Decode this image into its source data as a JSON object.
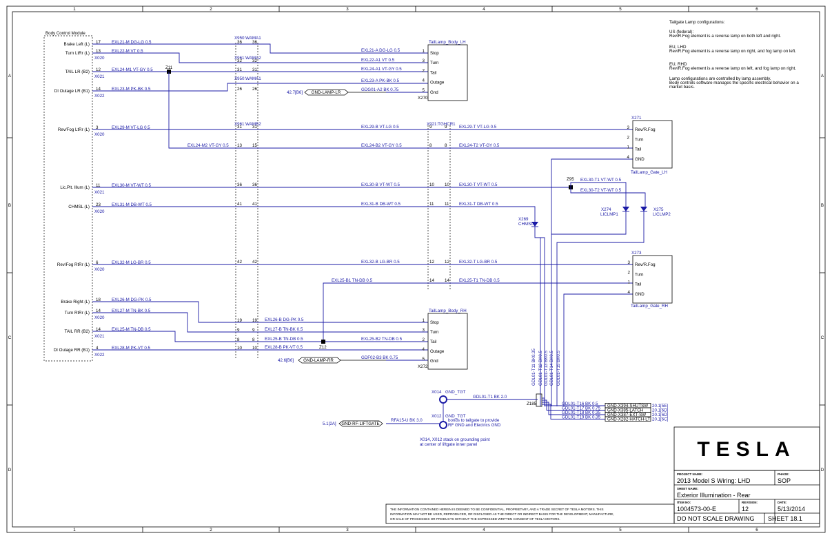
{
  "border": {
    "cols": [
      "1",
      "2",
      "3",
      "4",
      "5",
      "6"
    ],
    "rows": [
      "A",
      "B",
      "C",
      "D"
    ]
  },
  "bcm": {
    "title": "Body Control Module",
    "pins": [
      {
        "label": "Brake Left (L)",
        "pin": "17",
        "wire": "EXL21-M DG-LG 0.5"
      },
      {
        "label": "Turn LtRr (L)",
        "pin": "13",
        "wire": "EXL22-M VT 0.5",
        "conn": "X020"
      },
      {
        "label": "TAIL LR (B2)",
        "pin": "12",
        "wire": "EXL24-M1 VT-GY 0.5",
        "conn": "X021"
      },
      {
        "label": "DI Outage LR (B1)",
        "pin": "14",
        "wire": "EXL23-M PK-BK 0.5",
        "conn": "X022"
      },
      {
        "label": "Rev/Fog LtRr (L)",
        "pin": "3",
        "wire": "EXL29-M VT-LG 0.5",
        "conn": "X020"
      },
      {
        "label": "Lic.Plt. Illum (L)",
        "pin": "11",
        "wire": "EXL30-M VT-WT 0.5",
        "conn": "X021"
      },
      {
        "label": "CHMSL (L)",
        "pin": "23",
        "wire": "EXL31-M DB-WT 0.5",
        "conn": "X020"
      },
      {
        "label": "Rev/Fog RtRr (L)",
        "pin": "6",
        "wire": "EXL32-M LG-BR 0.5",
        "conn": "X020"
      },
      {
        "label": "Brake Right (L)",
        "pin": "18",
        "wire": "EXL26-M DG-PK 0.5"
      },
      {
        "label": "Turn RtRr (L)",
        "pin": "14",
        "wire": "EXL27-M TN-BK 0.5",
        "conn": "X020"
      },
      {
        "label": "TAIL RR (B2)",
        "pin": "14",
        "wire": "EXL25-M TN-DB 0.5",
        "conn": "X021"
      },
      {
        "label": "DI Outage RR (B1)",
        "pin": "4",
        "wire": "EXL28-M PK-VT 0.5",
        "conn": "X022"
      }
    ]
  },
  "inline": {
    "x950": "X950:WAMA1",
    "x961": "X961:WAMA2",
    "x961b": "X961:WAMB2",
    "x921": "X921:TGHCR1"
  },
  "extra_wire": "EXL24-M2 VT-GY 0.5",
  "splices": {
    "z11": "Z11",
    "z12": "Z12",
    "z95": "Z95",
    "z185": "Z185"
  },
  "lamp_lh": {
    "title": "TailLamp_Body_LH",
    "conn": "X270",
    "pins": [
      {
        "n": "1",
        "name": "Stop",
        "wire": "EXL21-A DG-LG 0.5"
      },
      {
        "n": "3",
        "name": "Turn",
        "wire": "EXL22-A1 VT 0.5"
      },
      {
        "n": "2",
        "name": "Tail",
        "wire": "EXL24-A1 VT-GY 0.5"
      },
      {
        "n": "4",
        "name": "Outage",
        "wire": "EXL23-A PK-BK 0.5"
      },
      {
        "n": "5",
        "name": "Gnd",
        "wire": "GDG01-A2 BK 0.75"
      }
    ]
  },
  "lamp_rh": {
    "title": "TailLamp_Body_RH",
    "conn": "X272",
    "pins": [
      {
        "n": "1",
        "name": "Stop",
        "wire": "EXL26-B DG-PK 0.5"
      },
      {
        "n": "3",
        "name": "Turn",
        "wire": "EXL27-B TN-BK 0.5"
      },
      {
        "n": "2",
        "name": "Tail",
        "wire": "EXL25-B2 TN-DB 0.5"
      },
      {
        "n": "4",
        "name": "Outage",
        "wire": "EXL28-B PK-VT 0.5"
      },
      {
        "n": "5",
        "name": "Gnd",
        "wire": "GDF02-B3 BK 0.75"
      }
    ]
  },
  "rh_wires_mid": [
    "EXL26-B DG-PK 0.5",
    "EXL27-B TN-BK 0.5",
    "EXL25-B TN-DB 0.5",
    "EXL28-B PK-VT 0.5"
  ],
  "gate_lh": {
    "title": "TailLamp_Gate_LH",
    "conn": "X271",
    "pins": [
      {
        "n": "3",
        "name": "Rev/R.Fog"
      },
      {
        "n": "2",
        "name": "Turn"
      },
      {
        "n": "1",
        "name": "Tail"
      },
      {
        "n": "4",
        "name": "GND"
      }
    ]
  },
  "gate_rh": {
    "title": "TailLamp_Gate_RH",
    "conn": "X273",
    "pins": [
      {
        "n": "3",
        "name": "Rev/R.Fog"
      },
      {
        "n": "2",
        "name": "Turn"
      },
      {
        "n": "1",
        "name": "Tail"
      },
      {
        "n": "4",
        "name": "GND"
      }
    ]
  },
  "mid_wires": {
    "rev_l": "EXL29-B VT-LG 0.5",
    "tail_b2": "EXL24-B2 VT-GY 0.5",
    "lic": "EXL30-B VT-WT 0.5",
    "chmsl": "EXL31-B DB-WT 0.5",
    "rev_r": "EXL32-B LG-BR 0.5",
    "tail_b1": "EXL25-B1 TN-DB 0.5"
  },
  "right_wires": {
    "rev_l": "EXL29-T VT-LG 0.5",
    "tail_l": "EXL24-T2 VT-GY 0.5",
    "lic": "EXL30-T VT-WT 0.5",
    "lic1": "EXL30-T1 VT-WT 0.5",
    "lic2": "EXL30-T2 VT-WT 0.5",
    "chmsl": "EXL31-T DB-WT 0.5",
    "rev_r": "EXL32-T LG-BR 0.5",
    "tail_r": "EXL25-T1 TN-DB 0.5"
  },
  "lights": {
    "chmsl": "X269",
    "chmsl_name": "CHMSL",
    "lic1": "X274",
    "lic1_name": "LICLMP1",
    "lic2": "X275",
    "lic2_name": "LICLMP2"
  },
  "gnd_refs": {
    "lh": "42.7[B6]",
    "lh_name": "GND-LAMP-LR",
    "rh": "42.6[B6]",
    "rh_name": "GND-LAMP-RR",
    "rf": "5.1[2A]",
    "rf_name": "GND-RF-LIFTGATE",
    "rf_wire": "RFA15-U BK 3.0"
  },
  "grounds": {
    "x014": "X014",
    "x012": "X012",
    "gnd_tgt": "GND_TGT",
    "gdl01": "GDL01-T1 BK 2.0",
    "note1": "bonds to tailgate to provide RF GND and Electrics GND",
    "note2": "X014, X012 stack on grounding point at center of liftgate inner panel"
  },
  "vert_labels": [
    "GDL01-T11 BK0.35",
    "GDL01-T12 BK0.5",
    "GDL01-T13 BK0.5",
    "GDL01-T14 BK0.5",
    "GDL01-T15 BK0.5"
  ],
  "gnd_out": [
    {
      "wire": "GDL01-T16 BK 0.5",
      "tag": "GND-X394-SHUTSW",
      "ref": "20.1[5E]"
    },
    {
      "wire": "GDL01-T17 BK 0.75",
      "tag": "GND-X385-LATCH",
      "ref": "20.1[6D]"
    },
    {
      "wire": "GDL01-T18 BK 0.35",
      "tag": "GND-X387-EXT-SW",
      "ref": "20.1[6D]"
    },
    {
      "wire": "GDL01-T19 BK 0.35",
      "tag": "GND-X282-HATCH-LT",
      "ref": "20.1[6C]"
    }
  ],
  "notes": [
    "Tailgate Lamp configurations:",
    "US (federal):",
    "Rev/R.Fog element is a reverse lamp on both left and right.",
    "EU, LHD",
    "Rev/R.Fog element is a reverse lamp on right, and fog lamp on left.",
    "EU, RHD",
    "Rev/R.Fog element is a reverse lamp on left, and fog lamp on right.",
    "Lamp configurations are controlled by lamp assembly.",
    "Body controls software manages the specific electrical behavior on a",
    "market basis."
  ],
  "disclaimer": [
    "THE INFORMATION CONTAINED HEREIN IS DEEMED TO BE CONFIDENTIAL, PROPRIETARY, AND A TRADE SECRET OF TESLA MOTORS. THIS",
    "INFORMATION MAY NOT BE USED, REPRODUCED, OR DISCLOSED AS THE DIRECT OR INDIRECT BASIS FOR THE DEVELOPMENT, MANUFACTURE,",
    "OR SALE OF PROCESSES OR PRODUCTS WITHOUT THE EXPRESSED WRITTEN CONSENT OF TESLA MOTORS."
  ],
  "title_block": {
    "logo": "TESLA",
    "project_label": "PROJECT NAME:",
    "project": "2013 Model S Wiring: LHD",
    "phase_label": "PHASE:",
    "phase": "SOP",
    "sheet_label": "SHEET NAME:",
    "sheet_name": "Exterior Illumination - Rear",
    "item_label": "ITEM NO:",
    "item": "1004573-00-E",
    "rev_label": "REVISION:",
    "rev": "12",
    "date_label": "DATE:",
    "date": "5/13/2014",
    "noscale": "DO NOT SCALE DRAWING",
    "sheet": "SHEET 18.1"
  }
}
